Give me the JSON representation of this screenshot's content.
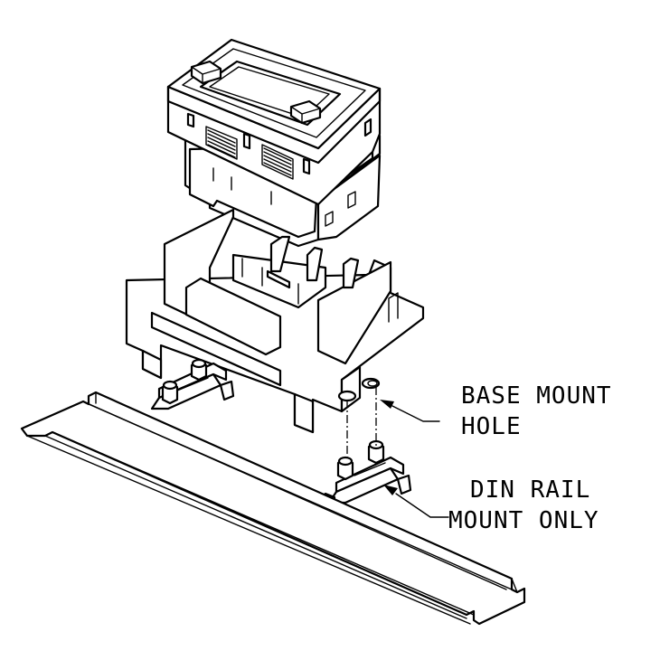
{
  "callouts": {
    "base_mount_hole": {
      "line1": "BASE MOUNT",
      "line2": "HOLE"
    },
    "din_rail_mount": {
      "line1": "DIN RAIL",
      "line2": "MOUNT ONLY"
    }
  },
  "colors": {
    "ink": "#000000",
    "paper": "#ffffff"
  }
}
